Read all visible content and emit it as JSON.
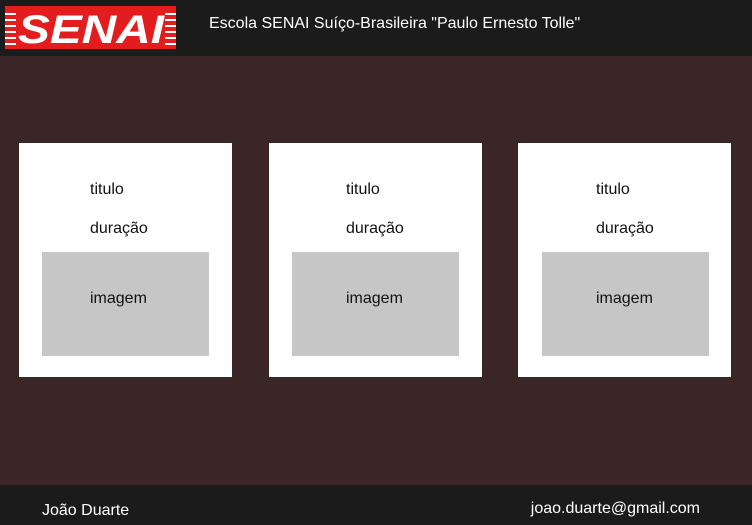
{
  "header": {
    "logo_text": "SENAI",
    "title": "Escola SENAI Suíço-Brasileira \"Paulo Ernesto Tolle\""
  },
  "cards": [
    {
      "title": "titulo",
      "duration": "duração",
      "image_label": "imagem"
    },
    {
      "title": "titulo",
      "duration": "duração",
      "image_label": "imagem"
    },
    {
      "title": "titulo",
      "duration": "duração",
      "image_label": "imagem"
    }
  ],
  "footer": {
    "name": "João Duarte",
    "email": "joao.duarte@gmail.com"
  },
  "colors": {
    "page_background": "#3a2626",
    "bar_background": "#1b1b1b",
    "logo_red": "#e31d1d",
    "card_background": "#ffffff",
    "image_placeholder": "#c6c6c6"
  }
}
